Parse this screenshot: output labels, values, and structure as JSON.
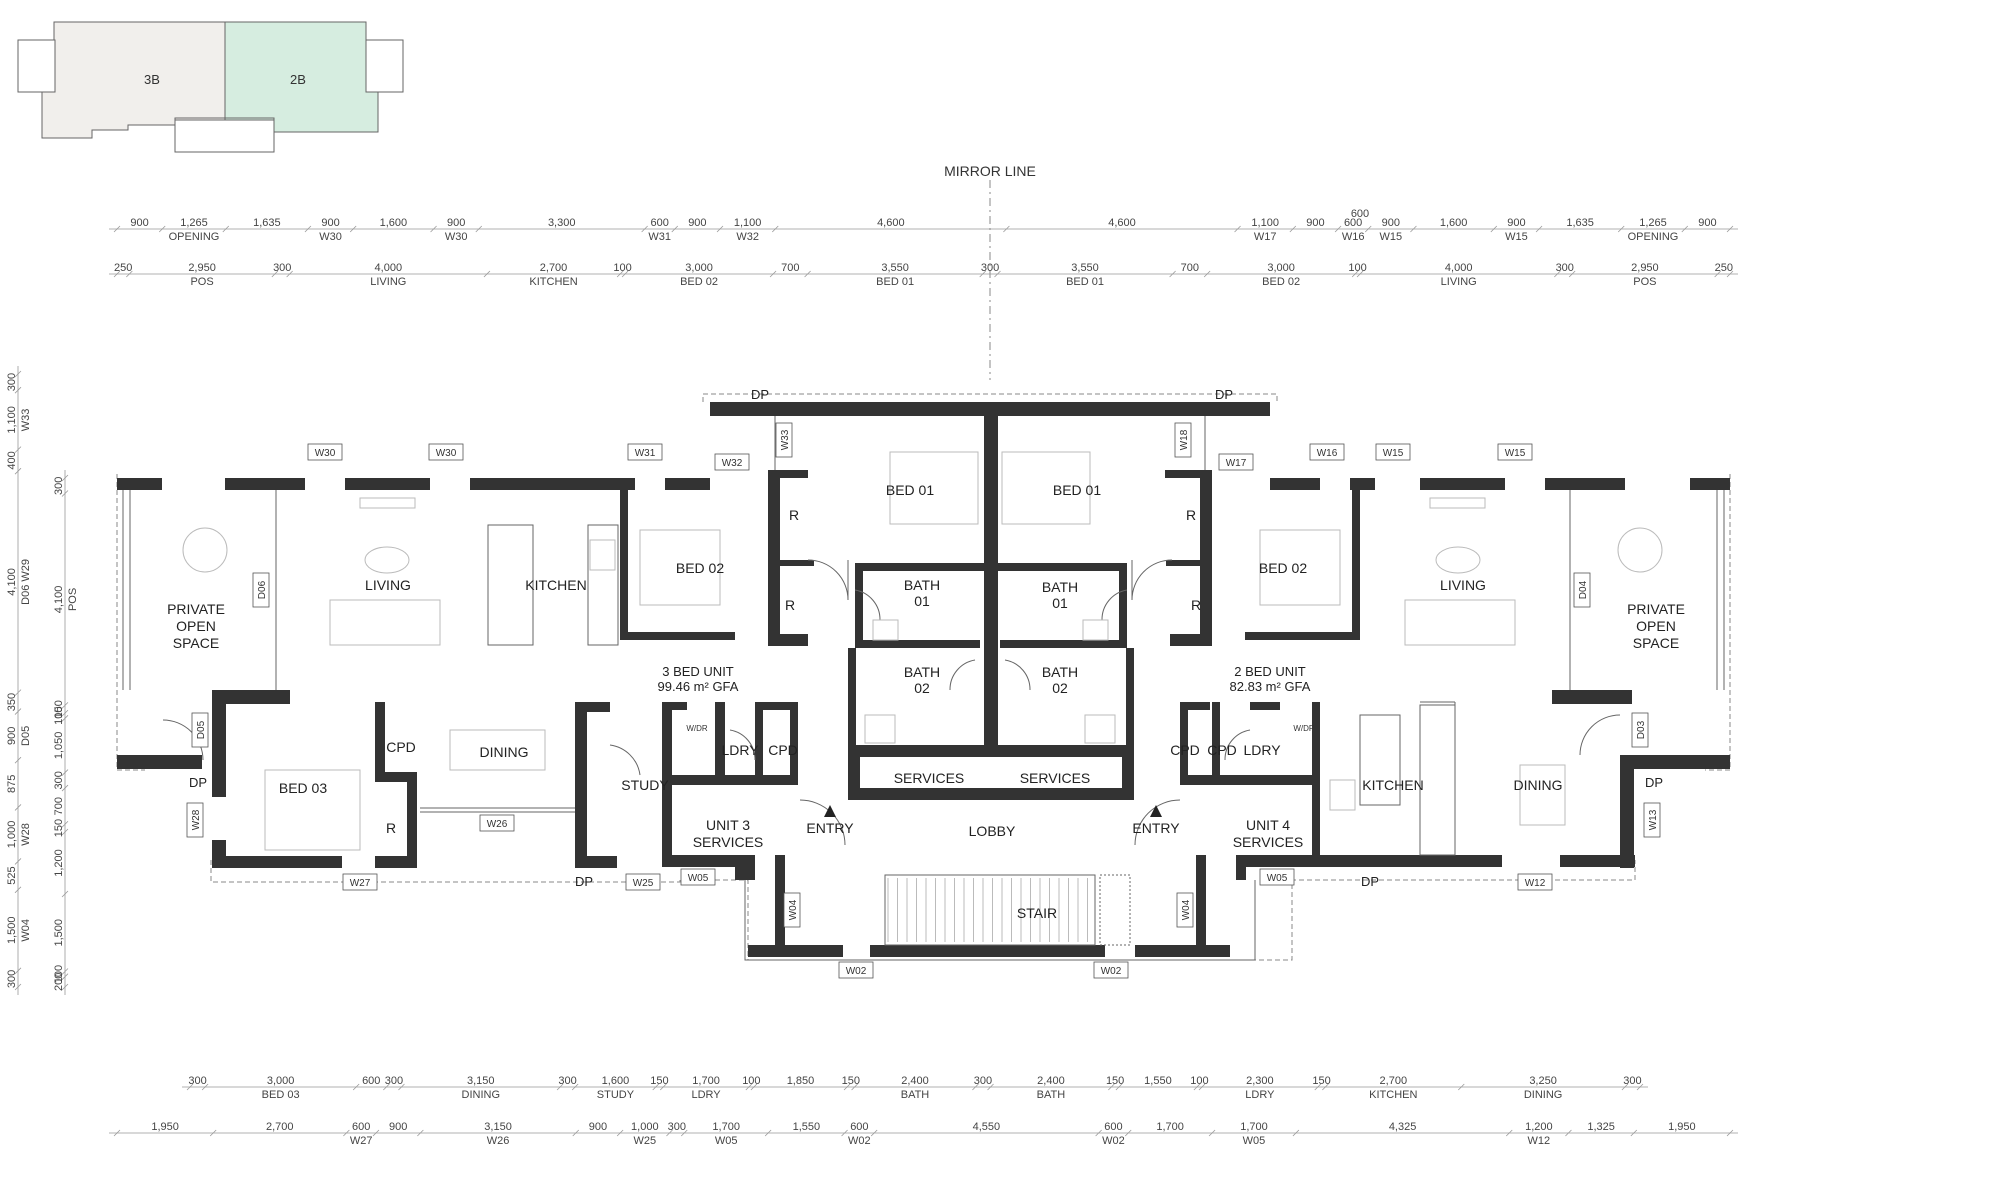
{
  "key_plan": {
    "unit_left": "3B",
    "unit_right": "2B",
    "colors": {
      "left": "#f1efec",
      "right": "#d6ede0",
      "outline": "#666666"
    }
  },
  "mirror_line": "MIRROR LINE",
  "dim_rows": {
    "top1": [
      [
        "900",
        ""
      ],
      [
        "1,265",
        "OPENING"
      ],
      [
        "1,635",
        ""
      ],
      [
        "900",
        "W30"
      ],
      [
        "1,600",
        ""
      ],
      [
        "900",
        "W30"
      ],
      [
        "3,300",
        ""
      ],
      [
        "600",
        "W31"
      ],
      [
        "900",
        ""
      ],
      [
        "1,100",
        "W32"
      ],
      [
        "4,600",
        ""
      ],
      [
        "4,600",
        ""
      ],
      [
        "1,100",
        "W17"
      ],
      [
        "900",
        ""
      ],
      [
        "600",
        "W16"
      ],
      [
        "900",
        "W15"
      ],
      [
        "1,600",
        ""
      ],
      [
        "900",
        "W15"
      ],
      [
        "1,635",
        ""
      ],
      [
        "1,265",
        "OPENING"
      ],
      [
        "900",
        ""
      ]
    ],
    "top1_extra": "600",
    "top2": [
      [
        "250",
        ""
      ],
      [
        "2,950",
        "POS"
      ],
      [
        "300",
        ""
      ],
      [
        "4,000",
        "LIVING"
      ],
      [
        "2,700",
        "KITCHEN"
      ],
      [
        "100",
        ""
      ],
      [
        "3,000",
        "BED 02"
      ],
      [
        "700",
        ""
      ],
      [
        "3,550",
        "BED 01"
      ],
      [
        "300",
        ""
      ],
      [
        "3,550",
        "BED 01"
      ],
      [
        "700",
        ""
      ],
      [
        "3,000",
        "BED 02"
      ],
      [
        "100",
        ""
      ],
      [
        "4,000",
        "LIVING"
      ],
      [
        "300",
        ""
      ],
      [
        "2,950",
        "POS"
      ],
      [
        "250",
        ""
      ]
    ],
    "bottom1": [
      [
        "300",
        ""
      ],
      [
        "3,000",
        "BED 03"
      ],
      [
        "600",
        ""
      ],
      [
        "300",
        ""
      ],
      [
        "3,150",
        "DINING"
      ],
      [
        "300",
        ""
      ],
      [
        "1,600",
        "STUDY"
      ],
      [
        "150",
        ""
      ],
      [
        "1,700",
        "LDRY"
      ],
      [
        "100",
        ""
      ],
      [
        "1,850",
        ""
      ],
      [
        "150",
        ""
      ],
      [
        "2,400",
        "BATH"
      ],
      [
        "300",
        ""
      ],
      [
        "2,400",
        "BATH"
      ],
      [
        "150",
        ""
      ],
      [
        "1,550",
        ""
      ],
      [
        "100",
        ""
      ],
      [
        "2,300",
        "LDRY"
      ],
      [
        "150",
        ""
      ],
      [
        "2,700",
        "KITCHEN"
      ],
      [
        "3,250",
        "DINING"
      ],
      [
        "300",
        ""
      ]
    ],
    "bottom2": [
      [
        "1,950",
        ""
      ],
      [
        "2,700",
        ""
      ],
      [
        "600",
        "W27"
      ],
      [
        "900",
        ""
      ],
      [
        "3,150",
        "W26"
      ],
      [
        "900",
        ""
      ],
      [
        "1,000",
        "W25"
      ],
      [
        "300",
        ""
      ],
      [
        "1,700",
        "W05"
      ],
      [
        "1,550",
        ""
      ],
      [
        "600",
        "W02"
      ],
      [
        "4,550",
        ""
      ],
      [
        "600",
        "W02"
      ],
      [
        "1,700",
        ""
      ],
      [
        "1,700",
        "W05"
      ],
      [
        "4,325",
        ""
      ],
      [
        "1,200",
        "W12"
      ],
      [
        "1,325",
        ""
      ],
      [
        "1,950",
        ""
      ]
    ],
    "left1": [
      [
        "300",
        ""
      ],
      [
        "1,100",
        "W33"
      ],
      [
        "400",
        ""
      ],
      [
        "4,100",
        "D06 W29"
      ],
      [
        "350",
        ""
      ],
      [
        "900",
        "D05"
      ],
      [
        "875",
        ""
      ],
      [
        "1,000",
        "W28"
      ],
      [
        "525",
        ""
      ],
      [
        "1,500",
        "W04"
      ],
      [
        "300",
        ""
      ]
    ],
    "left2": [
      [
        "300",
        ""
      ],
      [
        "4,100",
        "POS"
      ],
      [
        "150",
        ""
      ],
      [
        "100",
        ""
      ],
      [
        "1,050",
        ""
      ],
      [
        "300",
        ""
      ],
      [
        "700",
        ""
      ],
      [
        "150",
        ""
      ],
      [
        "1,200",
        ""
      ],
      [
        "1,500",
        ""
      ],
      [
        "100",
        ""
      ],
      [
        "200",
        ""
      ]
    ]
  },
  "rooms": {
    "pos_left": [
      "PRIVATE",
      "OPEN",
      "SPACE"
    ],
    "living_left": "LIVING",
    "kitchen_left": "KITCHEN",
    "bed02_left": "BED 02",
    "bed01_left": "BED 01",
    "bed01_right": "BED 01",
    "bath01_left": [
      "BATH",
      "01"
    ],
    "bath01_right": [
      "BATH",
      "01"
    ],
    "bath02_left": [
      "BATH",
      "02"
    ],
    "bath02_right": [
      "BATH",
      "02"
    ],
    "bed02_right": "BED 02",
    "living_right": "LIVING",
    "pos_right": [
      "PRIVATE",
      "OPEN",
      "SPACE"
    ],
    "cpd_left": "CPD",
    "dining_left": "DINING",
    "bed03": "BED 03",
    "study": "STUDY",
    "ldry_left": "LDRY",
    "cpd_left2": "CPD",
    "services_left": "SERVICES",
    "services_right": "SERVICES",
    "cpd_right1": "CPD",
    "cpd_right2": "CPD",
    "ldry_right": "LDRY",
    "kitchen_right": "KITCHEN",
    "dining_right": "DINING",
    "unit3_services": [
      "UNIT 3",
      "SERVICES"
    ],
    "unit4_services": [
      "UNIT 4",
      "SERVICES"
    ],
    "entry_left": "ENTRY",
    "entry_right": "ENTRY",
    "lobby": "LOBBY",
    "stair": "STAIR",
    "r": "R",
    "wdr": "W/DR"
  },
  "units": {
    "left_name": "3 BED UNIT",
    "left_area": "99.46 m² GFA",
    "right_name": "2 BED UNIT",
    "right_area": "82.83 m² GFA"
  },
  "tags": {
    "dp": "DP",
    "w30": "W30",
    "w31": "W31",
    "w32": "W32",
    "w33": "W33",
    "w18": "W18",
    "w17": "W17",
    "w16": "W16",
    "w15": "W15",
    "d06": "D06",
    "d05": "D05",
    "d04": "D04",
    "d03": "D03",
    "w28": "W28",
    "w13": "W13",
    "w26": "W26",
    "w27": "W27",
    "w25": "W25",
    "w05": "W05",
    "w04": "W04",
    "w02": "W02",
    "w12": "W12"
  }
}
